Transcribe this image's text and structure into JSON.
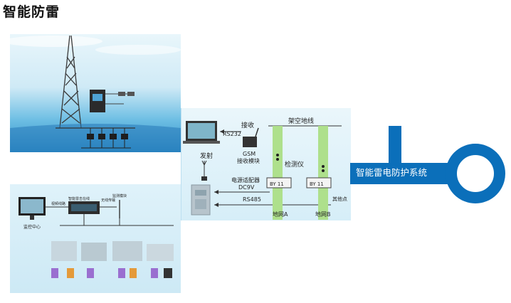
{
  "page": {
    "title": "智能防雷"
  },
  "brand": {
    "label": "智能雷电防护系统",
    "color": "#0b6fba"
  },
  "diagram": {
    "receive": "接收",
    "rs232": "RS232",
    "gsm_line1": "GSM",
    "gsm_line2": "接收模块",
    "transmit": "发射",
    "power_adapter": "电源适配器",
    "dc9v": "DC9V",
    "rs485": "RS485",
    "overhead_ground_wire": "架空地线",
    "detector": "检测仪",
    "ground_a": "地网A",
    "ground_b": "地网B",
    "other_points": "其他点",
    "device_tag": "BY 11"
  },
  "monitor": {
    "center": "监控中心",
    "video": "视频线路",
    "smart_module": "智能雷击在线",
    "wireless": "无线传输",
    "gprs": "监测模块"
  }
}
